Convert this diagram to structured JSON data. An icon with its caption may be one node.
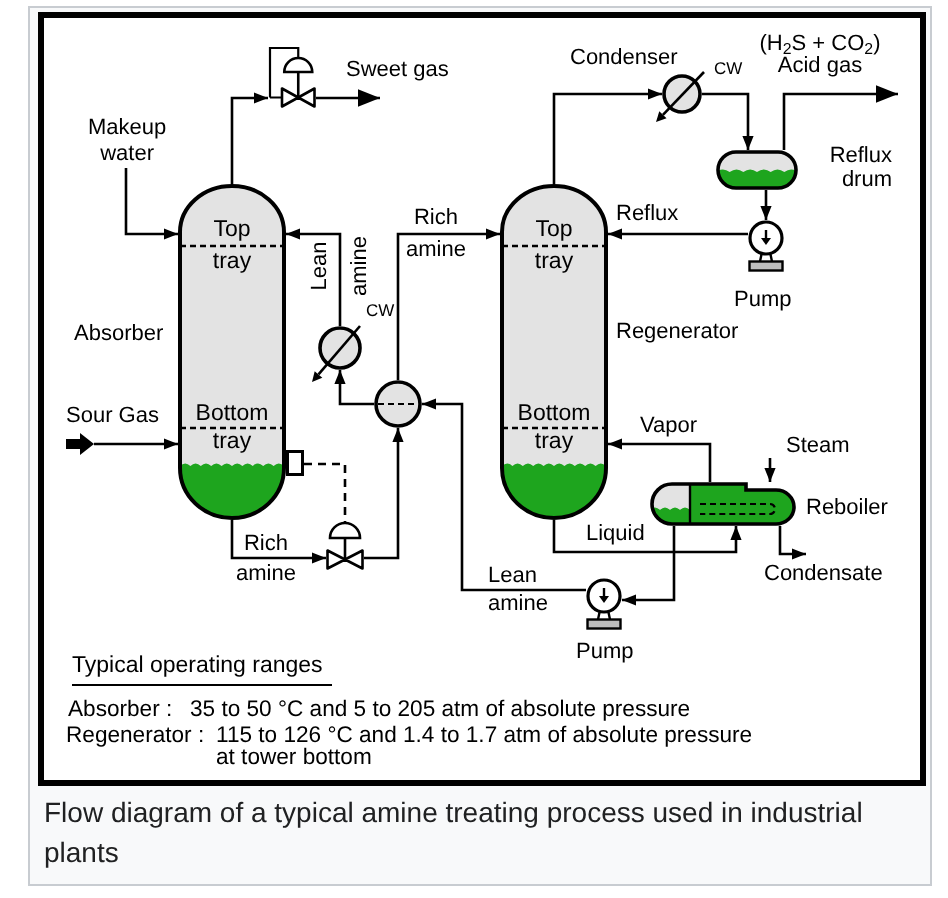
{
  "diagram": {
    "caption": "Flow diagram of a typical amine treating process used in industrial plants",
    "nodes": [
      {
        "text": [
          "Makeup water"
        ]
      },
      {
        "text": [],
        "shape": "valve"
      },
      {
        "text": [
          "Top tray",
          "Bottom tray"
        ],
        "beside": [
          "Absorber"
        ]
      },
      {
        "text": [],
        "shape": "circle",
        "beside": [
          "CW"
        ]
      },
      {
        "text": [],
        "shape": "box"
      },
      {
        "text": [],
        "shape": "valve"
      },
      {
        "text": [],
        "shape": "circle"
      },
      {
        "text": [],
        "shape": "circle",
        "beside": [
          "Condenser",
          "CW"
        ]
      },
      {
        "text": [],
        "shape": "vessel",
        "beside": [
          "Reflux drum"
        ]
      },
      {
        "text": [],
        "shape": "pump",
        "beside": [
          "Pump"
        ]
      },
      {
        "text": [
          "Top tray",
          "Bottom tray"
        ],
        "beside": [
          "Regenerator"
        ]
      },
      {
        "text": [],
        "shape": "vessel",
        "beside": [
          "Reboiler"
        ]
      },
      {
        "text": [],
        "shape": "pump",
        "beside": [
          "Pump"
        ]
      }
    ],
    "edges": [
      {
        "from": 0,
        "to": 2,
        "arrow": "to"
      },
      {
        "from": 2,
        "to": 1,
        "arrow": "to"
      },
      {
        "from": 1,
        "to": null,
        "arrow": "to",
        "label": "Sweet gas"
      },
      {
        "from": null,
        "to": 2,
        "arrow": "to",
        "label": "Sour Gas"
      },
      {
        "from": 2,
        "to": 5,
        "arrow": "to",
        "label": "Rich amine"
      },
      {
        "from": 4,
        "to": 5,
        "arrow": "none",
        "style": "dashed"
      },
      {
        "from": 5,
        "to": 6,
        "arrow": "to"
      },
      {
        "from": 6,
        "to": 10,
        "arrow": "to",
        "label": "Rich amine"
      },
      {
        "from": 6,
        "to": 3,
        "arrow": "to"
      },
      {
        "from": 3,
        "to": 2,
        "arrow": "to",
        "label": "Lean amine"
      },
      {
        "from": 10,
        "to": 7,
        "arrow": "to"
      },
      {
        "from": 7,
        "to": 8,
        "arrow": "to"
      },
      {
        "from": 8,
        "to": null,
        "arrow": "to",
        "label": "(H$_{2}$S + CO$_{2}$) Acid gas"
      },
      {
        "from": 8,
        "to": 9,
        "arrow": "to"
      },
      {
        "from": 9,
        "to": 10,
        "arrow": "to",
        "label": "Reflux"
      },
      {
        "from": 10,
        "to": 11,
        "arrow": "to",
        "label": "Liquid"
      },
      {
        "from": 11,
        "to": 10,
        "arrow": "to",
        "label": "Vapor"
      },
      {
        "from": null,
        "to": 11,
        "arrow": "to",
        "label": "Steam"
      },
      {
        "from": 11,
        "to": null,
        "arrow": "to",
        "label": "Condensate"
      },
      {
        "from": 11,
        "to": 12,
        "arrow": "to"
      },
      {
        "from": 12,
        "to": 6,
        "arrow": "to",
        "label": "Lean amine"
      }
    ],
    "labels": [
      "Typical operating ranges",
      "Absorber :",
      "35 to 50 °C and 5 to 205 atm of absolute pressure",
      "Regenerator :",
      "115 to 126 °C and 1.4 to 1.7 atm of absolute pressure at tower bottom"
    ]
  }
}
